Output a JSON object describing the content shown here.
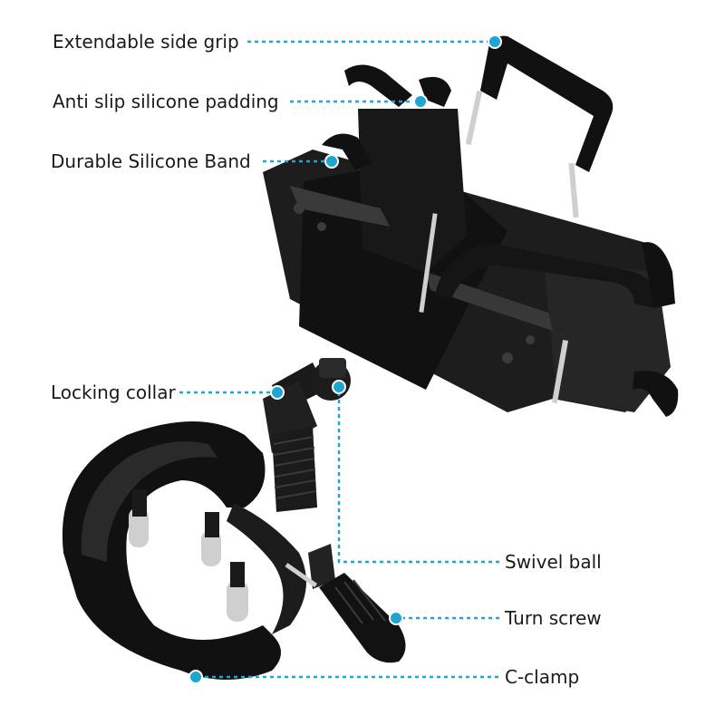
{
  "colors": {
    "leader": "#1fa6cf",
    "dot": "#1fa6cf",
    "body": "#141414",
    "body_mid": "#2b2b2b",
    "body_light": "#454545",
    "metal": "#cfcfcf"
  },
  "callouts": [
    {
      "id": "extendable-side-grip",
      "label": "Extendable side grip"
    },
    {
      "id": "anti-slip-silicone-padding",
      "label": "Anti slip silicone padding"
    },
    {
      "id": "durable-silicone-band",
      "label": "Durable Silicone Band"
    },
    {
      "id": "locking-collar",
      "label": "Locking collar"
    },
    {
      "id": "swivel-ball",
      "label": "Swivel ball"
    },
    {
      "id": "turn-screw",
      "label": "Turn screw"
    },
    {
      "id": "c-clamp",
      "label": "C-clamp"
    }
  ]
}
